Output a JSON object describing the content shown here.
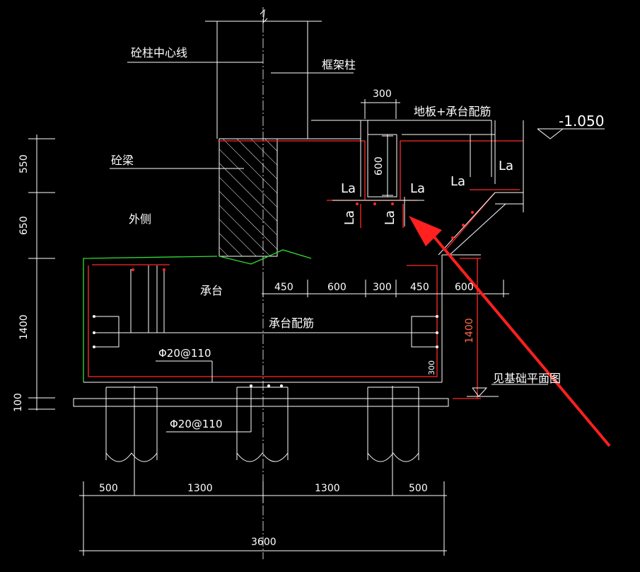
{
  "labels": {
    "pile_center": "砼柱中心线",
    "frame_column": "框架柱",
    "slab_rebar": "地板+承台配筋",
    "elevation": "-1.050",
    "beam": "砼梁",
    "outside": "外侧",
    "cap": "承台",
    "cap_rebar": "承台配筋",
    "rebar_top": "Φ20@110",
    "rebar_bottom": "Φ20@110",
    "see_plan": "见基础平面图",
    "la": "La"
  },
  "dimensions": {
    "top_300": "300",
    "notch_600": "600",
    "left_550": "550",
    "left_650": "650",
    "left_1400": "1400",
    "left_100": "100",
    "row_450a": "450",
    "row_600a": "600",
    "row_300": "300",
    "row_450b": "450",
    "row_600b": "600",
    "right_1400": "1400",
    "small_300": "300",
    "bot_500a": "500",
    "bot_1300a": "1300",
    "bot_1300b": "1300",
    "bot_500b": "500",
    "total_3600": "3600"
  },
  "colors": {
    "background": "#000000",
    "line": "#ffffff",
    "rebar": "#ff2b2b",
    "soil": "#33dd33",
    "arrow": "#ff2020"
  }
}
